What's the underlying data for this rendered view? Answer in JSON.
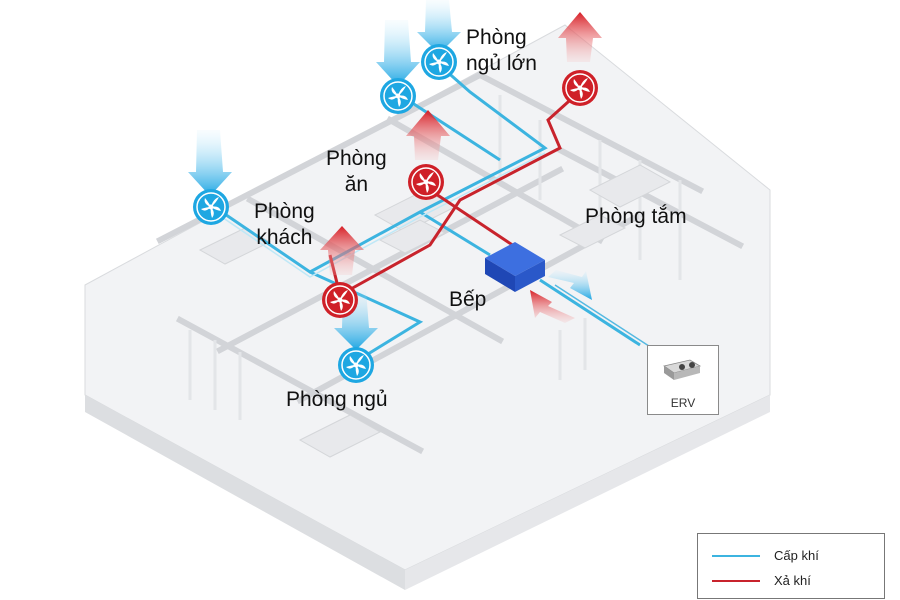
{
  "rooms": {
    "master_bedroom": [
      "Phòng",
      "ngủ lớn"
    ],
    "dining": [
      "Phòng",
      "ăn"
    ],
    "living": [
      "Phòng",
      "khách"
    ],
    "bathroom": "Phòng tắm",
    "kitchen": "Bếp",
    "bedroom": "Phòng ngủ"
  },
  "erv_card": {
    "label": "ERV",
    "icon": "erv-unit-icon"
  },
  "legend": {
    "supply": {
      "label": "Cấp khí",
      "color": "#3cb4e0"
    },
    "exhaust": {
      "label": "Xả khí",
      "color": "#c8232c"
    }
  },
  "icons": {
    "supply_vent": "blue-fan-vent-icon",
    "exhaust_vent": "red-fan-vent-icon",
    "supply_arrow": "blue-downward-arrow-icon",
    "exhaust_arrow": "red-upward-arrow-icon"
  }
}
